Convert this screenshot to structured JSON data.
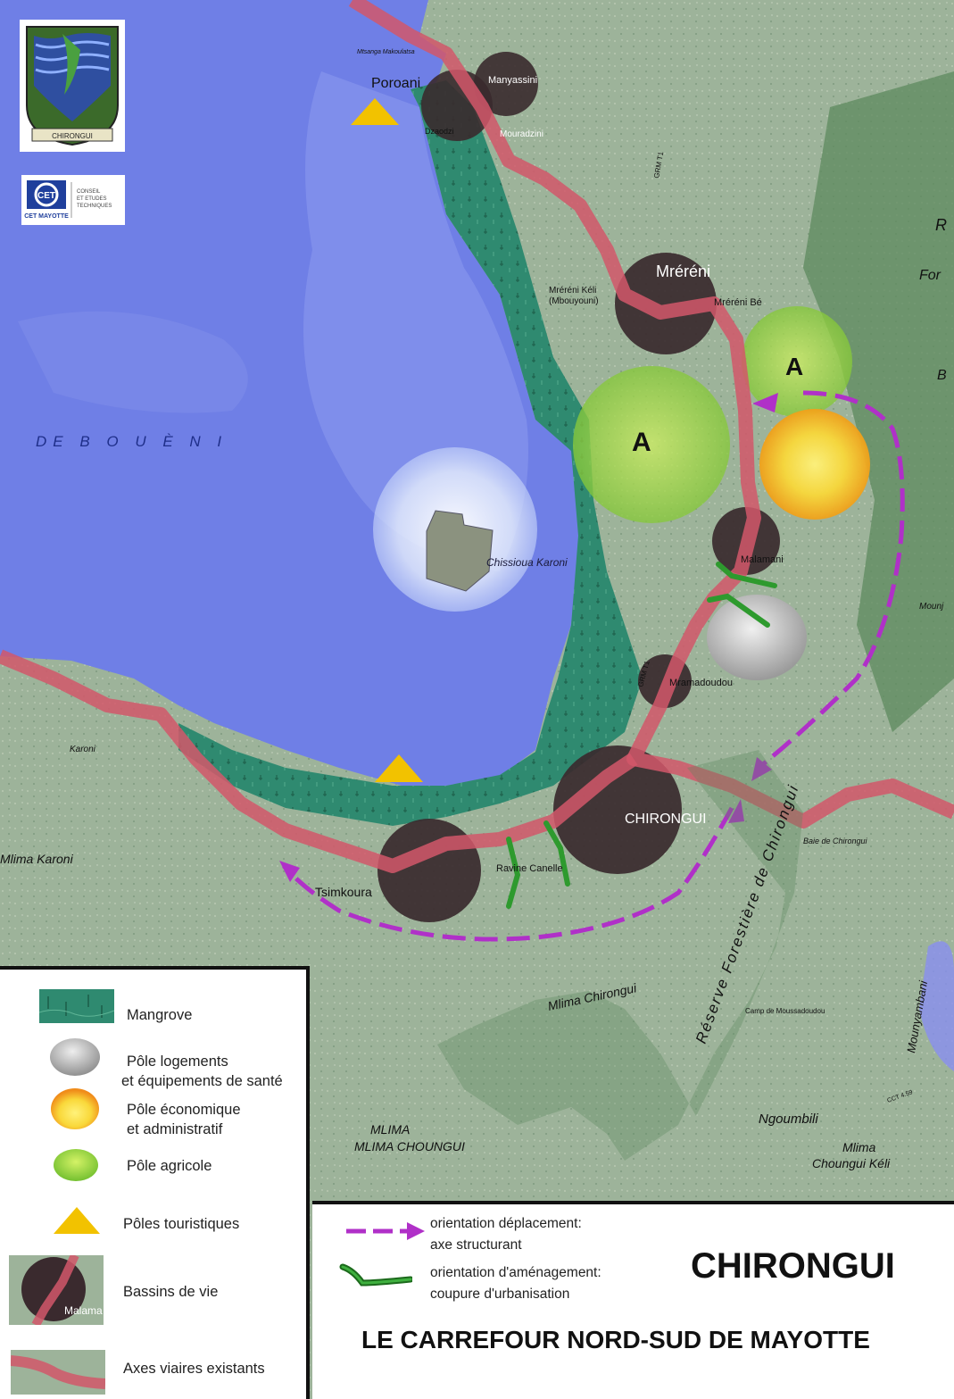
{
  "map": {
    "sea_name": "DE  B O U È N I",
    "island_name": "Chissioua Karoni",
    "forest_reserve": "Réserve Forestière de Chirongui",
    "agri_zone_label": "A",
    "places": {
      "poroani": "Poroani",
      "mtsangamakoulatsa": "Mtsanga Makoulatsa",
      "manyassini": "Manyassini",
      "dzaodzi": "Dzaodzi",
      "mouradzini": "Mouradzini",
      "mrereni": "Mréréni",
      "mrereni_kele": "Mréréni Kéli",
      "mbouyouni": "(Mbouyouni)",
      "mrereni_be": "Mréréni Bé",
      "malamani": "Malamani",
      "mramadoudou": "Mramadoudou",
      "chirongui": "CHIRONGUI",
      "ravine_canelle": "Ravine Canelle",
      "tsimkoura": "Tsimkoura",
      "karoni": "Karoni",
      "mlima_karoni": "Mlima Karoni",
      "mlima_chirongui": "Mlima Chirongui",
      "mlima_choungui": "MLIMA CHOUNGUI",
      "ngoumbili": "Ngoumbili",
      "mlima_choungui_keli_1": "Mlima",
      "mlima_choungui_keli_2": "Choungui Kéli",
      "baie_chirongui": "Baie de Chirongui",
      "mounyambani": "Mounyambani",
      "mounj": "Mounj",
      "camp_moussadoudou": "Camp de Moussadoudou",
      "r_letter": "R",
      "for_text": "For",
      "b_letter": "B"
    },
    "road_codes": {
      "r1": "GRM T1",
      "r2": "GRM T1",
      "r3": "CCT 4.59"
    }
  },
  "logos": {
    "cet_badge": "CET",
    "cet_name": "CET MAYOTTE",
    "cet_tagline_1": "CONSEIL",
    "cet_tagline_2": "ET ETUDES",
    "cet_tagline_3": "TECHNIQUES",
    "emblem_motto": "CHIRONGUI"
  },
  "legend": {
    "mangrove": "Mangrove",
    "logements_1": "Pôle logements",
    "logements_2": "et équipements de santé",
    "economique_1": "Pôle économique",
    "economique_2": "et administratif",
    "agricole": "Pôle agricole",
    "touristiques": "Pôles touristiques",
    "bassins": "Bassins de vie",
    "axes": "Axes viaires existants",
    "bassin_sample_label": "Malama"
  },
  "info": {
    "deplacement_1": "orientation déplacement:",
    "deplacement_2": "axe structurant",
    "amenagement_1": "orientation d'aménagement:",
    "amenagement_2": "coupure d'urbanisation",
    "title": "CHIRONGUI",
    "subtitle": "LE CARREFOUR NORD-SUD DE MAYOTTE"
  },
  "colors": {
    "sea": "#6f7fe6",
    "land": "#9fb49a",
    "mangrove": "#2f8a70",
    "road": "#d2576a",
    "agri": "#b6e05a",
    "econ": "#f5c21c",
    "housing": "#c8c8c8",
    "tourism": "#f2c200",
    "arrow_purple": "#b030c8",
    "cut_green": "#2e9a2e",
    "village": "#3a2a2e"
  }
}
